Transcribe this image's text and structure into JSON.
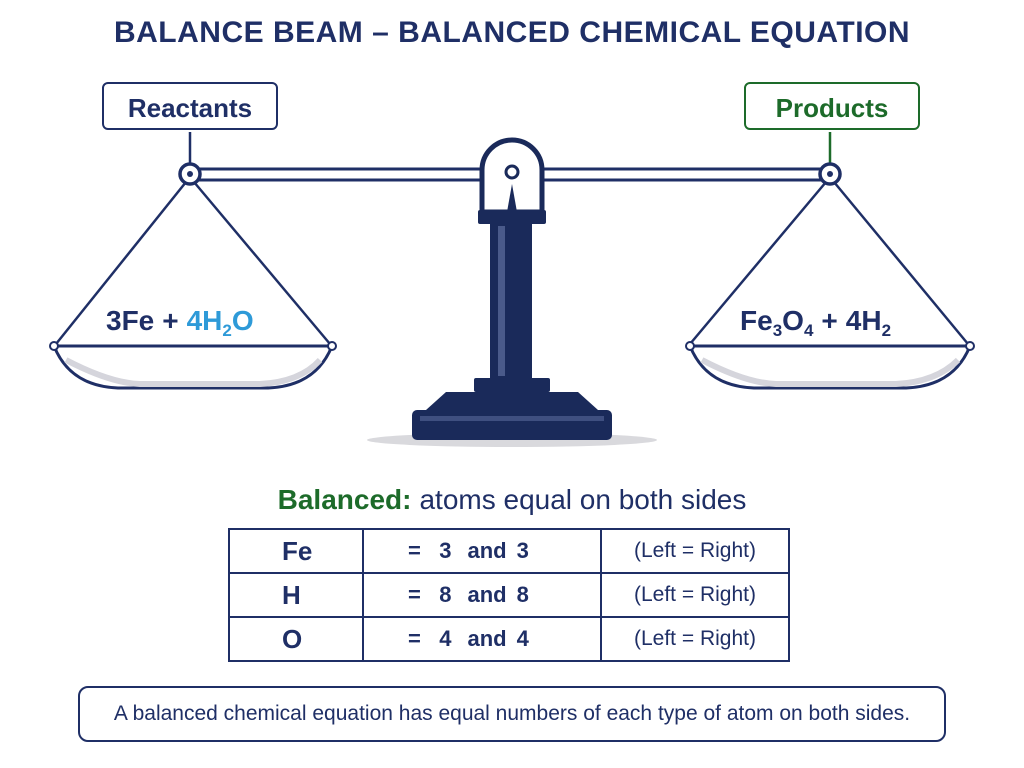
{
  "title": "BALANCE BEAM – BALANCED CHEMICAL EQUATION",
  "labels": {
    "left": "Reactants",
    "right": "Products"
  },
  "left_equation": {
    "term1": "3Fe",
    "plus": "+",
    "term2_coef": "4H",
    "term2_sub": "2",
    "term2_tail": "O"
  },
  "right_equation": {
    "t1_a": "Fe",
    "t1_sub1": "3",
    "t1_b": "O",
    "t1_sub2": "4",
    "plus": "+",
    "t2_a": "4H",
    "t2_sub": "2"
  },
  "summary": {
    "highlight": "Balanced:",
    "rest": "atoms equal on both sides"
  },
  "atoms_table": [
    {
      "element": "Fe",
      "eq": "=",
      "left": "3",
      "and": "and",
      "right": "3",
      "check": "(Left = Right)"
    },
    {
      "element": "H",
      "eq": "=",
      "left": "8",
      "and": "and",
      "right": "8",
      "check": "(Left = Right)"
    },
    {
      "element": "O",
      "eq": "=",
      "left": "4",
      "and": "and",
      "right": "4",
      "check": "(Left = Right)"
    }
  ],
  "note": "A balanced chemical equation has equal numbers of each type of atom on both sides.",
  "colors": {
    "navy": "#1f2f66",
    "green": "#1d6b2a",
    "water_blue": "#2e9ad8"
  }
}
